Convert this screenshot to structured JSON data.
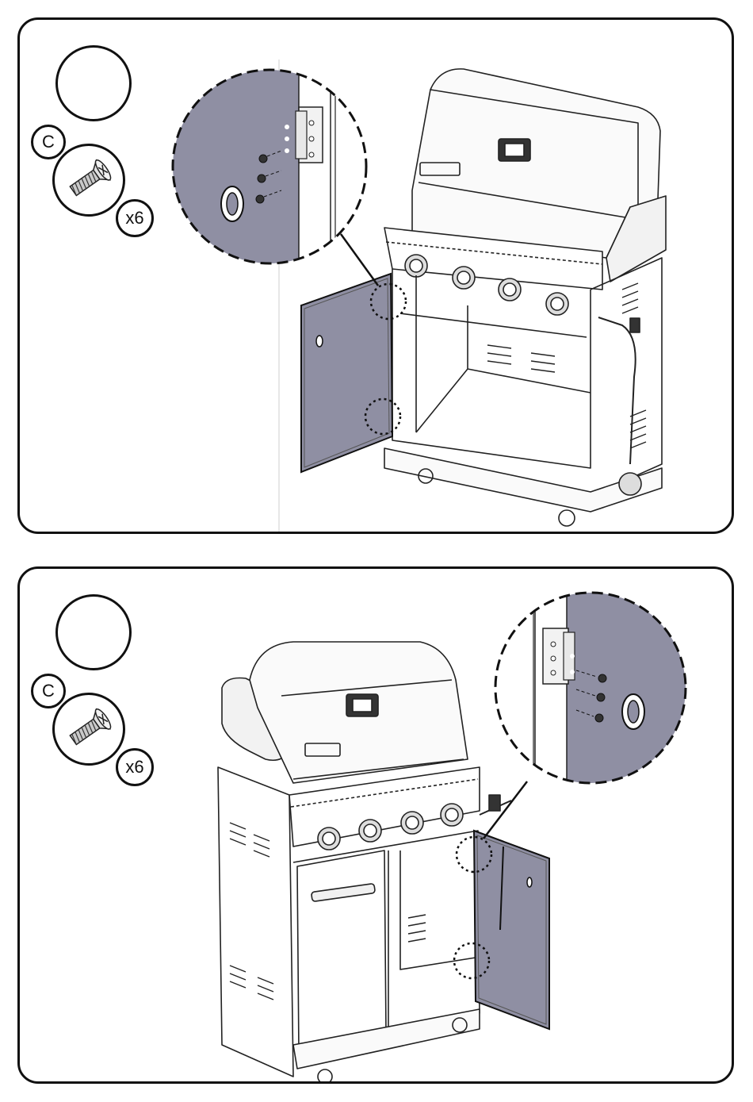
{
  "steps": [
    {
      "part_label": "C",
      "quantity_label": "x6",
      "door_side": "left",
      "icons": [
        "screw-icon",
        "grill-illustration",
        "hinge-detail-magnifier"
      ]
    },
    {
      "part_label": "C",
      "quantity_label": "x6",
      "door_side": "right",
      "icons": [
        "screw-icon",
        "grill-illustration",
        "hinge-detail-magnifier"
      ]
    }
  ],
  "colors": {
    "door_fill": "#8f8fa3",
    "outline": "#111111",
    "panel_bg": "#ffffff"
  }
}
